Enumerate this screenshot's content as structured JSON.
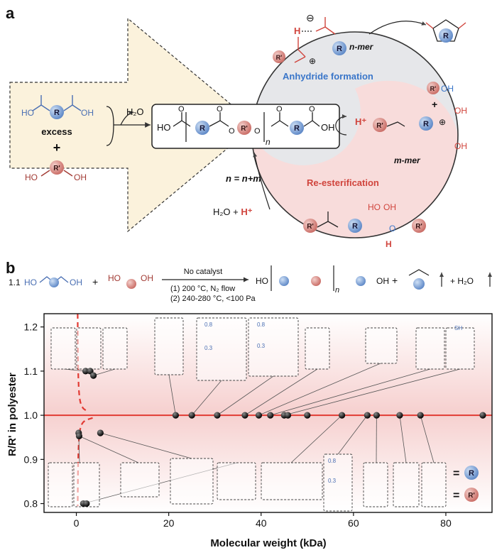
{
  "panel_a": {
    "label": "a",
    "reactant_diacid": "excess",
    "plus": "+",
    "ho_left": "HO",
    "oh_right": "OH",
    "r_group": "R",
    "rprime_group": "R'",
    "water": "H₂O",
    "polymer_ho": "HO",
    "polymer_oh": "OH",
    "polymer_o": "O",
    "polymer_n": "n",
    "anhydride_formation": "Anhydride formation",
    "re_esterification": "Re-esterification",
    "n_mer": "n-mer",
    "m_mer": "m-mer",
    "hplus": "H⁺",
    "n_equals": "n = n+m",
    "water_hplus_water": "H₂O + ",
    "water_hplus_h": "H⁺",
    "minus_sign": "⊖",
    "plus_sign": "⊕",
    "ho_oh": "HO",
    "oh2": "OH",
    "h": "H"
  },
  "panel_b": {
    "label": "b",
    "eq_coeff": "1.1",
    "eq_ho": "HO",
    "eq_oh": "OH",
    "eq_plus": "+",
    "conditions": {
      "line0": "No catalyst",
      "line1": "(1) 200 °C, N₂ flow",
      "line2": "(2) 240-280 °C, <100 Pa"
    },
    "product_ho": "HO",
    "product_oh": "OH",
    "product_n": "n",
    "water": "+ H₂O",
    "legend": [
      {
        "symbol": "R",
        "eq": "=",
        "color": "#7fa3d8"
      },
      {
        "symbol": "R'",
        "eq": "=",
        "color": "#d98a86"
      }
    ],
    "frac_labels": [
      "0.8",
      "0.3",
      "0.8",
      "0.3",
      "0.8",
      "0.3"
    ],
    "sh": "SH"
  },
  "chart_data": {
    "type": "scatter",
    "xlabel": "Molecular weight (kDa)",
    "ylabel": "R/R' in polyester",
    "xlim": [
      -7,
      90
    ],
    "ylim": [
      0.78,
      1.23
    ],
    "xticks": [
      0,
      20,
      40,
      60,
      80
    ],
    "yticks": [
      0.8,
      0.9,
      1.0,
      1.1,
      1.2
    ],
    "reference_line": 1.0,
    "series": [
      {
        "values": [
          {
            "x": 2.0,
            "y": 1.1
          },
          {
            "x": 3.0,
            "y": 1.1
          },
          {
            "x": 3.7,
            "y": 1.09
          },
          {
            "x": 21.5,
            "y": 1.0
          },
          {
            "x": 25.0,
            "y": 1.0
          },
          {
            "x": 30.5,
            "y": 1.0
          },
          {
            "x": 36.5,
            "y": 1.0
          },
          {
            "x": 39.5,
            "y": 1.0
          },
          {
            "x": 42.0,
            "y": 1.0
          },
          {
            "x": 45.0,
            "y": 1.0
          },
          {
            "x": 45.8,
            "y": 1.0
          },
          {
            "x": 50.0,
            "y": 1.0
          },
          {
            "x": 57.5,
            "y": 1.0
          },
          {
            "x": 63.0,
            "y": 1.0
          },
          {
            "x": 65.0,
            "y": 1.0
          },
          {
            "x": 70.0,
            "y": 1.0
          },
          {
            "x": 74.5,
            "y": 1.0
          },
          {
            "x": 88.0,
            "y": 1.0
          },
          {
            "x": 0.5,
            "y": 0.96
          },
          {
            "x": 0.6,
            "y": 0.953
          },
          {
            "x": 5.2,
            "y": 0.96
          },
          {
            "x": 1.5,
            "y": 0.8
          },
          {
            "x": 2.2,
            "y": 0.8
          }
        ]
      }
    ]
  }
}
